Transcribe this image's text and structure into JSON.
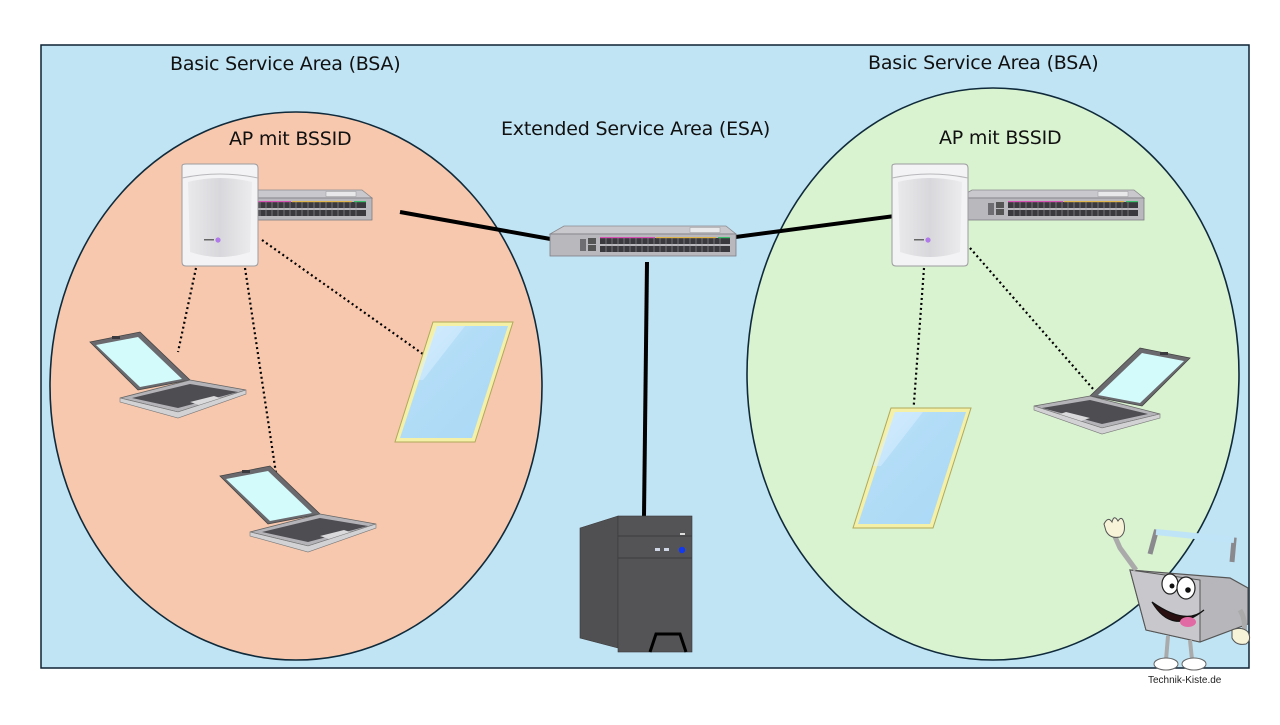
{
  "diagram": {
    "frame_label": "Extended Service Area (ESA)",
    "left_cell": {
      "area_label": "Basic Service Area (BSA)",
      "ap_label": "AP mit BSSID",
      "fill": "#f7c8ae",
      "clients": [
        "laptop",
        "laptop",
        "smartphone"
      ]
    },
    "right_cell": {
      "area_label": "Basic Service Area (BSA)",
      "ap_label": "AP mit BSSID",
      "fill": "#d9f2d0",
      "clients": [
        "smartphone",
        "laptop"
      ]
    },
    "central_devices": [
      "switch",
      "server"
    ],
    "links": {
      "wired": "solid black line",
      "wireless": "dotted line"
    },
    "background": "#c1e4f5",
    "credit": "Technik-Kiste.de"
  }
}
